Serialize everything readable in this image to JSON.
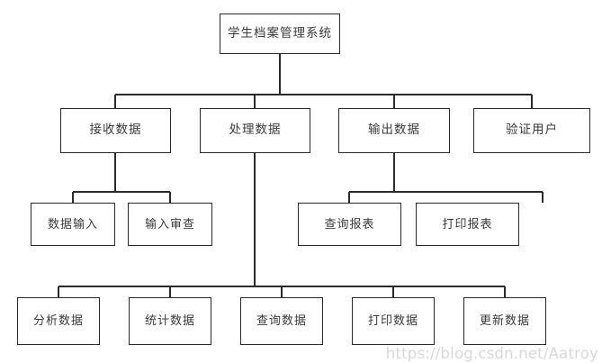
{
  "diagram": {
    "title": "学生档案管理系统",
    "type": "hierarchy-tree",
    "line_color": "#2b2b2b",
    "box_fill": "#ffffff",
    "text_color": "#3a3a3a",
    "nodes": {
      "root": {
        "label": "学生档案管理系统"
      },
      "level2": [
        {
          "label": "接收数据"
        },
        {
          "label": "处理数据"
        },
        {
          "label": "输出数据"
        },
        {
          "label": "验证用户"
        }
      ],
      "level3_left": [
        {
          "label": "数据输入"
        },
        {
          "label": "输入审查"
        }
      ],
      "level3_right": [
        {
          "label": "查询报表"
        },
        {
          "label": "打印报表"
        }
      ],
      "level4": [
        {
          "label": "分析数据"
        },
        {
          "label": "统计数据"
        },
        {
          "label": "查询数据"
        },
        {
          "label": "打印数据"
        },
        {
          "label": "更新数据"
        }
      ]
    }
  },
  "watermark": {
    "text": "https://blog.csdn.net/Aatroy"
  }
}
